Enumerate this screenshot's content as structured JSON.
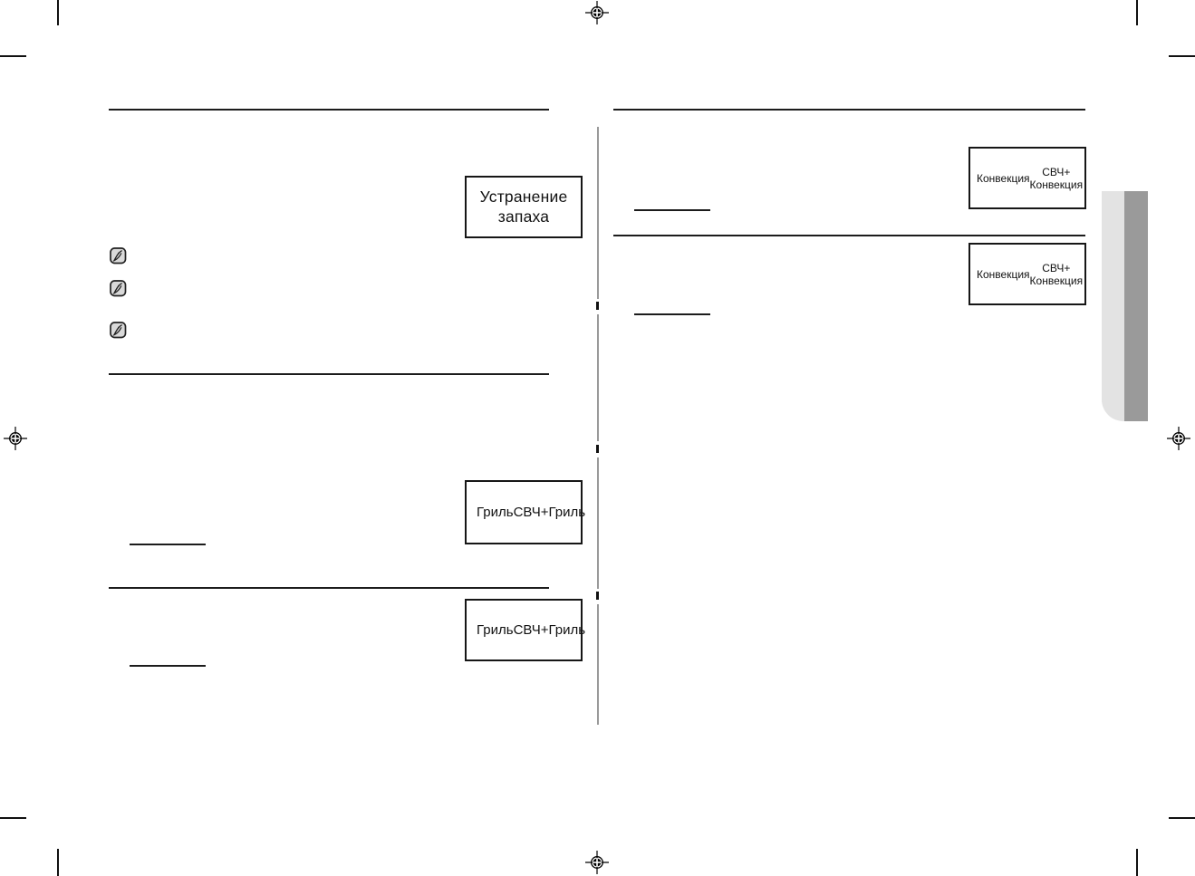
{
  "document": {
    "kind": "manual-print-proof-spread",
    "language": "ru"
  },
  "left_page": {
    "odor_box": {
      "line1": "Устранение",
      "line2": "запаха"
    },
    "grill_box_1": {
      "left_label": "Гриль",
      "right_label": "СВЧ+Гриль"
    },
    "grill_box_2": {
      "left_label": "Гриль",
      "right_label": "СВЧ+Гриль"
    },
    "note_icon_count": 3
  },
  "right_page": {
    "convection_box_1": {
      "left_label": "Конвекция",
      "right_line1": "СВЧ+",
      "right_line2": "Конвекция"
    },
    "convection_box_2": {
      "left_label": "Конвекция",
      "right_line1": "СВЧ+",
      "right_line2": "Конвекция"
    }
  },
  "colors": {
    "rule": "#1c1c1c",
    "box_border": "#161616",
    "divider": "#9a9a9a",
    "tab_light": "#e3e3e3",
    "tab_dark": "#9a9a9a",
    "mark": "#000000"
  }
}
